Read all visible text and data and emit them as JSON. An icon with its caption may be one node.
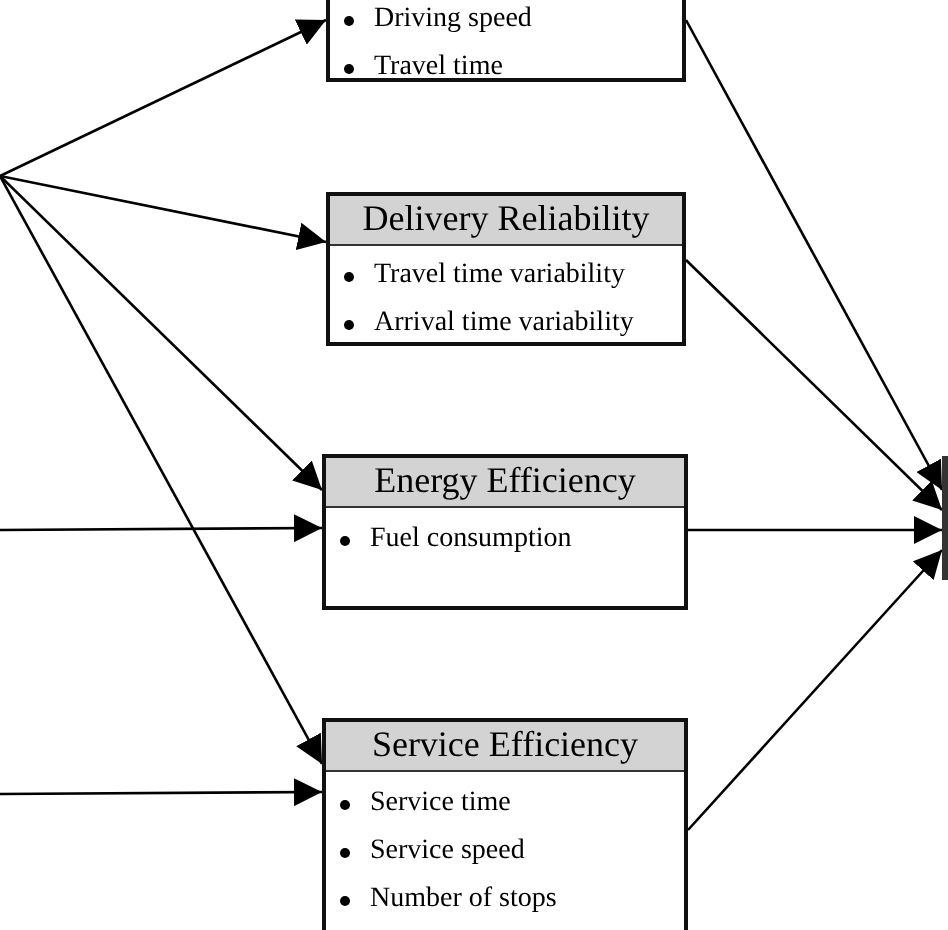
{
  "diagram": {
    "nodes": [
      {
        "text": [
          "Driving speed",
          "Travel time"
        ]
      },
      {
        "text": [
          "Delivery Reliability",
          "Travel time variability",
          "Arrival time variability"
        ]
      },
      {
        "text": [
          "Energy Efficiency",
          "Fuel consumption"
        ]
      },
      {
        "text": [
          "Service Efficiency",
          "Service time",
          "Service speed",
          "Number of stops"
        ]
      },
      {
        "text": [],
        "shape": "bar"
      }
    ],
    "edges": [
      {
        "from": null,
        "to": 0,
        "arrow": "to"
      },
      {
        "from": null,
        "to": 1,
        "arrow": "to"
      },
      {
        "from": null,
        "to": 2,
        "arrow": "to"
      },
      {
        "from": null,
        "to": 3,
        "arrow": "to"
      },
      {
        "from": null,
        "to": 2,
        "arrow": "to"
      },
      {
        "from": null,
        "to": 3,
        "arrow": "to"
      },
      {
        "from": 0,
        "to": 4,
        "arrow": "to"
      },
      {
        "from": 1,
        "to": 4,
        "arrow": "to"
      },
      {
        "from": 2,
        "to": 4,
        "arrow": "to"
      },
      {
        "from": 3,
        "to": 4,
        "arrow": "to"
      }
    ]
  }
}
